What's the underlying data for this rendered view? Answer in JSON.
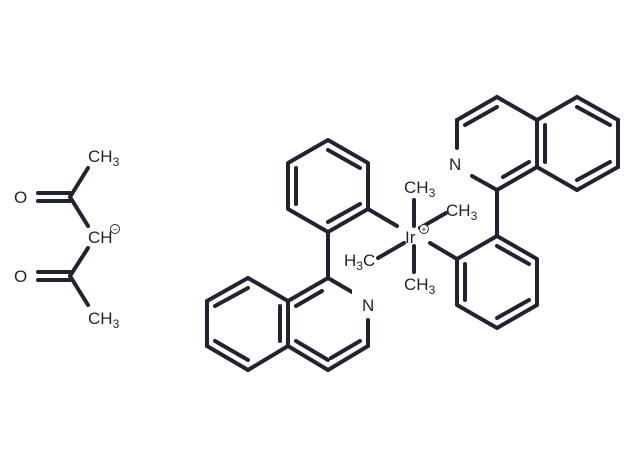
{
  "labels": {
    "o_top": "O",
    "o_bottom": "O",
    "ch3_top_main": "CH",
    "ch3_top_sub": "3",
    "ch_anion": "CH",
    "ch3_bottom_main": "CH",
    "ch3_bottom_sub": "3",
    "n_left": "N",
    "n_right": "N",
    "ir": "Ir",
    "ir_ch3_top_main": "CH",
    "ir_ch3_top_sub": "3",
    "ir_ch3_right_main": "CH",
    "ir_ch3_right_sub": "3",
    "ir_h3c_h": "H",
    "ir_h3c_sub": "3",
    "ir_h3c_c": "C",
    "ir_ch3_bottom_main": "CH",
    "ir_ch3_bottom_sub": "3"
  },
  "charges": {
    "ch_anion": "−",
    "ir": "+"
  }
}
